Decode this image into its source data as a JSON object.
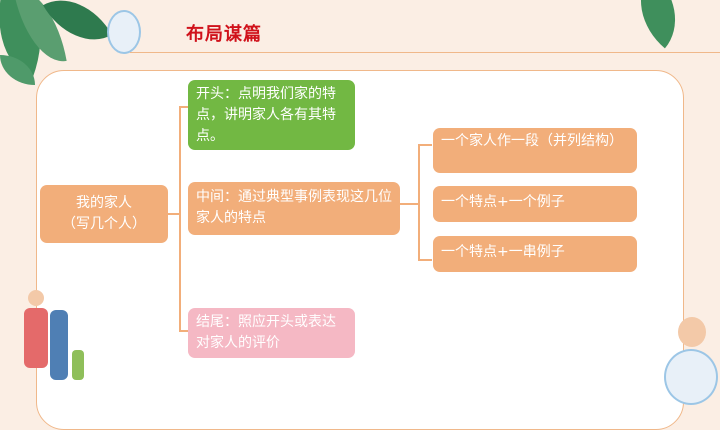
{
  "title": "布局谋篇",
  "root": {
    "label_line1": "我的家人",
    "label_line2": "（写几个人）"
  },
  "branches": {
    "beginning": "开头：点明我们家的特点，讲明家人各有其特点。",
    "middle": "中间：通过典型事例表现这几位家人的特点",
    "ending": "结尾：照应开头或表达对家人的评价"
  },
  "middle_options": [
    "一个家人作一段（并列结构）",
    "一个特点+一个例子",
    "一个特点+一串例子"
  ],
  "colors": {
    "title": "#d0121b",
    "orange": "#f2ae7a",
    "green": "#72b843",
    "pink": "#f5b8c4",
    "background": "#fbeee4"
  }
}
